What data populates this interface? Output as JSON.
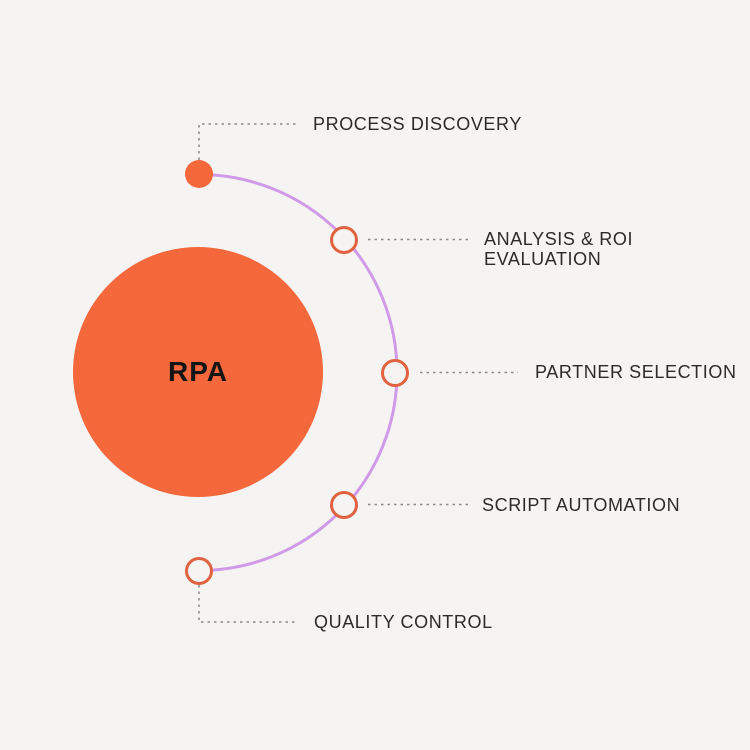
{
  "center": {
    "label": "RPA"
  },
  "steps": [
    {
      "label": "PROCESS DISCOVERY",
      "node_style": "filled"
    },
    {
      "label": "ANALYSIS & ROI\nEVALUATION",
      "node_style": "outlined"
    },
    {
      "label": "PARTNER SELECTION",
      "node_style": "outlined"
    },
    {
      "label": "SCRIPT AUTOMATION",
      "node_style": "outlined"
    },
    {
      "label": "QUALITY CONTROL",
      "node_style": "outlined"
    }
  ],
  "colors": {
    "background": "#F5F4F2",
    "accent_orange": "#F4683C",
    "node_ring_orange": "#E06240",
    "arc_purple": "#D09AE8",
    "connector_gray": "#8A8A8A",
    "text_dark": "#2B2B2B"
  }
}
